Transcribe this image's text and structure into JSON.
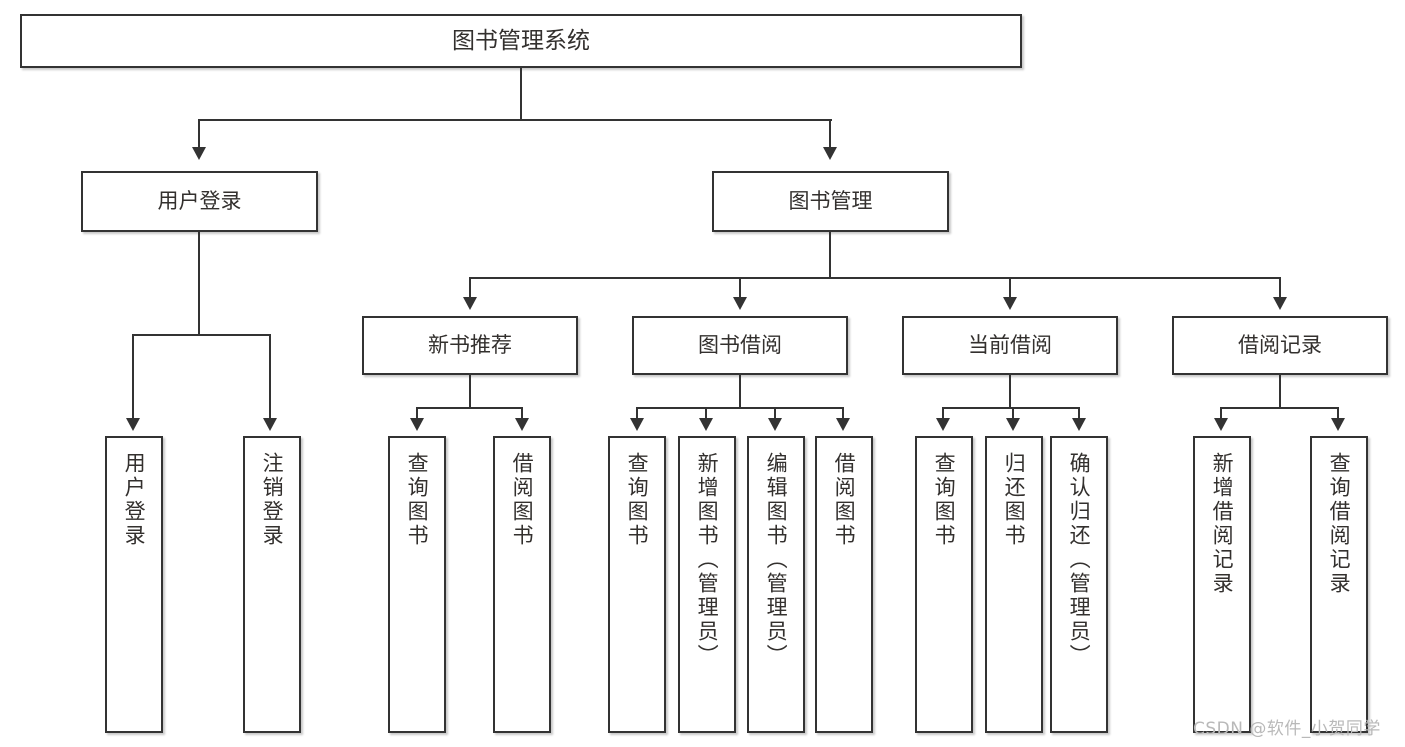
{
  "diagram": {
    "title": "图书管理系统",
    "root": {
      "label": "图书管理系统",
      "children": [
        {
          "label": "用户登录",
          "children": [
            {
              "label": "用户登录"
            },
            {
              "label": "注销登录"
            }
          ]
        },
        {
          "label": "图书管理",
          "children": [
            {
              "label": "新书推荐",
              "children": [
                {
                  "label": "查询图书"
                },
                {
                  "label": "借阅图书"
                }
              ]
            },
            {
              "label": "图书借阅",
              "children": [
                {
                  "label": "查询图书"
                },
                {
                  "label": "新增图书（管理员）"
                },
                {
                  "label": "编辑图书（管理员）"
                },
                {
                  "label": "借阅图书"
                }
              ]
            },
            {
              "label": "当前借阅",
              "children": [
                {
                  "label": "查询图书"
                },
                {
                  "label": "归还图书"
                },
                {
                  "label": "确认归还（管理员）"
                }
              ]
            },
            {
              "label": "借阅记录",
              "children": [
                {
                  "label": "新增借阅记录"
                },
                {
                  "label": "查询借阅记录"
                }
              ]
            }
          ]
        }
      ]
    }
  },
  "nodes": {
    "root": "图书管理系统",
    "user_login": "用户登录",
    "book_manage": "图书管理",
    "new_book_rec": "新书推荐",
    "book_borrow": "图书借阅",
    "current_borrow": "当前借阅",
    "borrow_record": "借阅记录",
    "leaf_user_login": "用户登录",
    "leaf_logout": "注销登录",
    "leaf_query_book_1": "查询图书",
    "leaf_borrow_book_1": "借阅图书",
    "leaf_query_book_2": "查询图书",
    "leaf_add_book": "新增图书（管理员）",
    "leaf_edit_book": "编辑图书（管理员）",
    "leaf_borrow_book_2": "借阅图书",
    "leaf_query_book_3": "查询图书",
    "leaf_return_book": "归还图书",
    "leaf_confirm_return": "确认归还（管理员）",
    "leaf_add_record": "新增借阅记录",
    "leaf_query_record": "查询借阅记录"
  },
  "watermark": {
    "text": "CSDN @软件_小贺同学"
  },
  "colors": {
    "border": "#333333",
    "background": "#ffffff",
    "text": "#33302e",
    "watermark": "#b9b9b9"
  }
}
